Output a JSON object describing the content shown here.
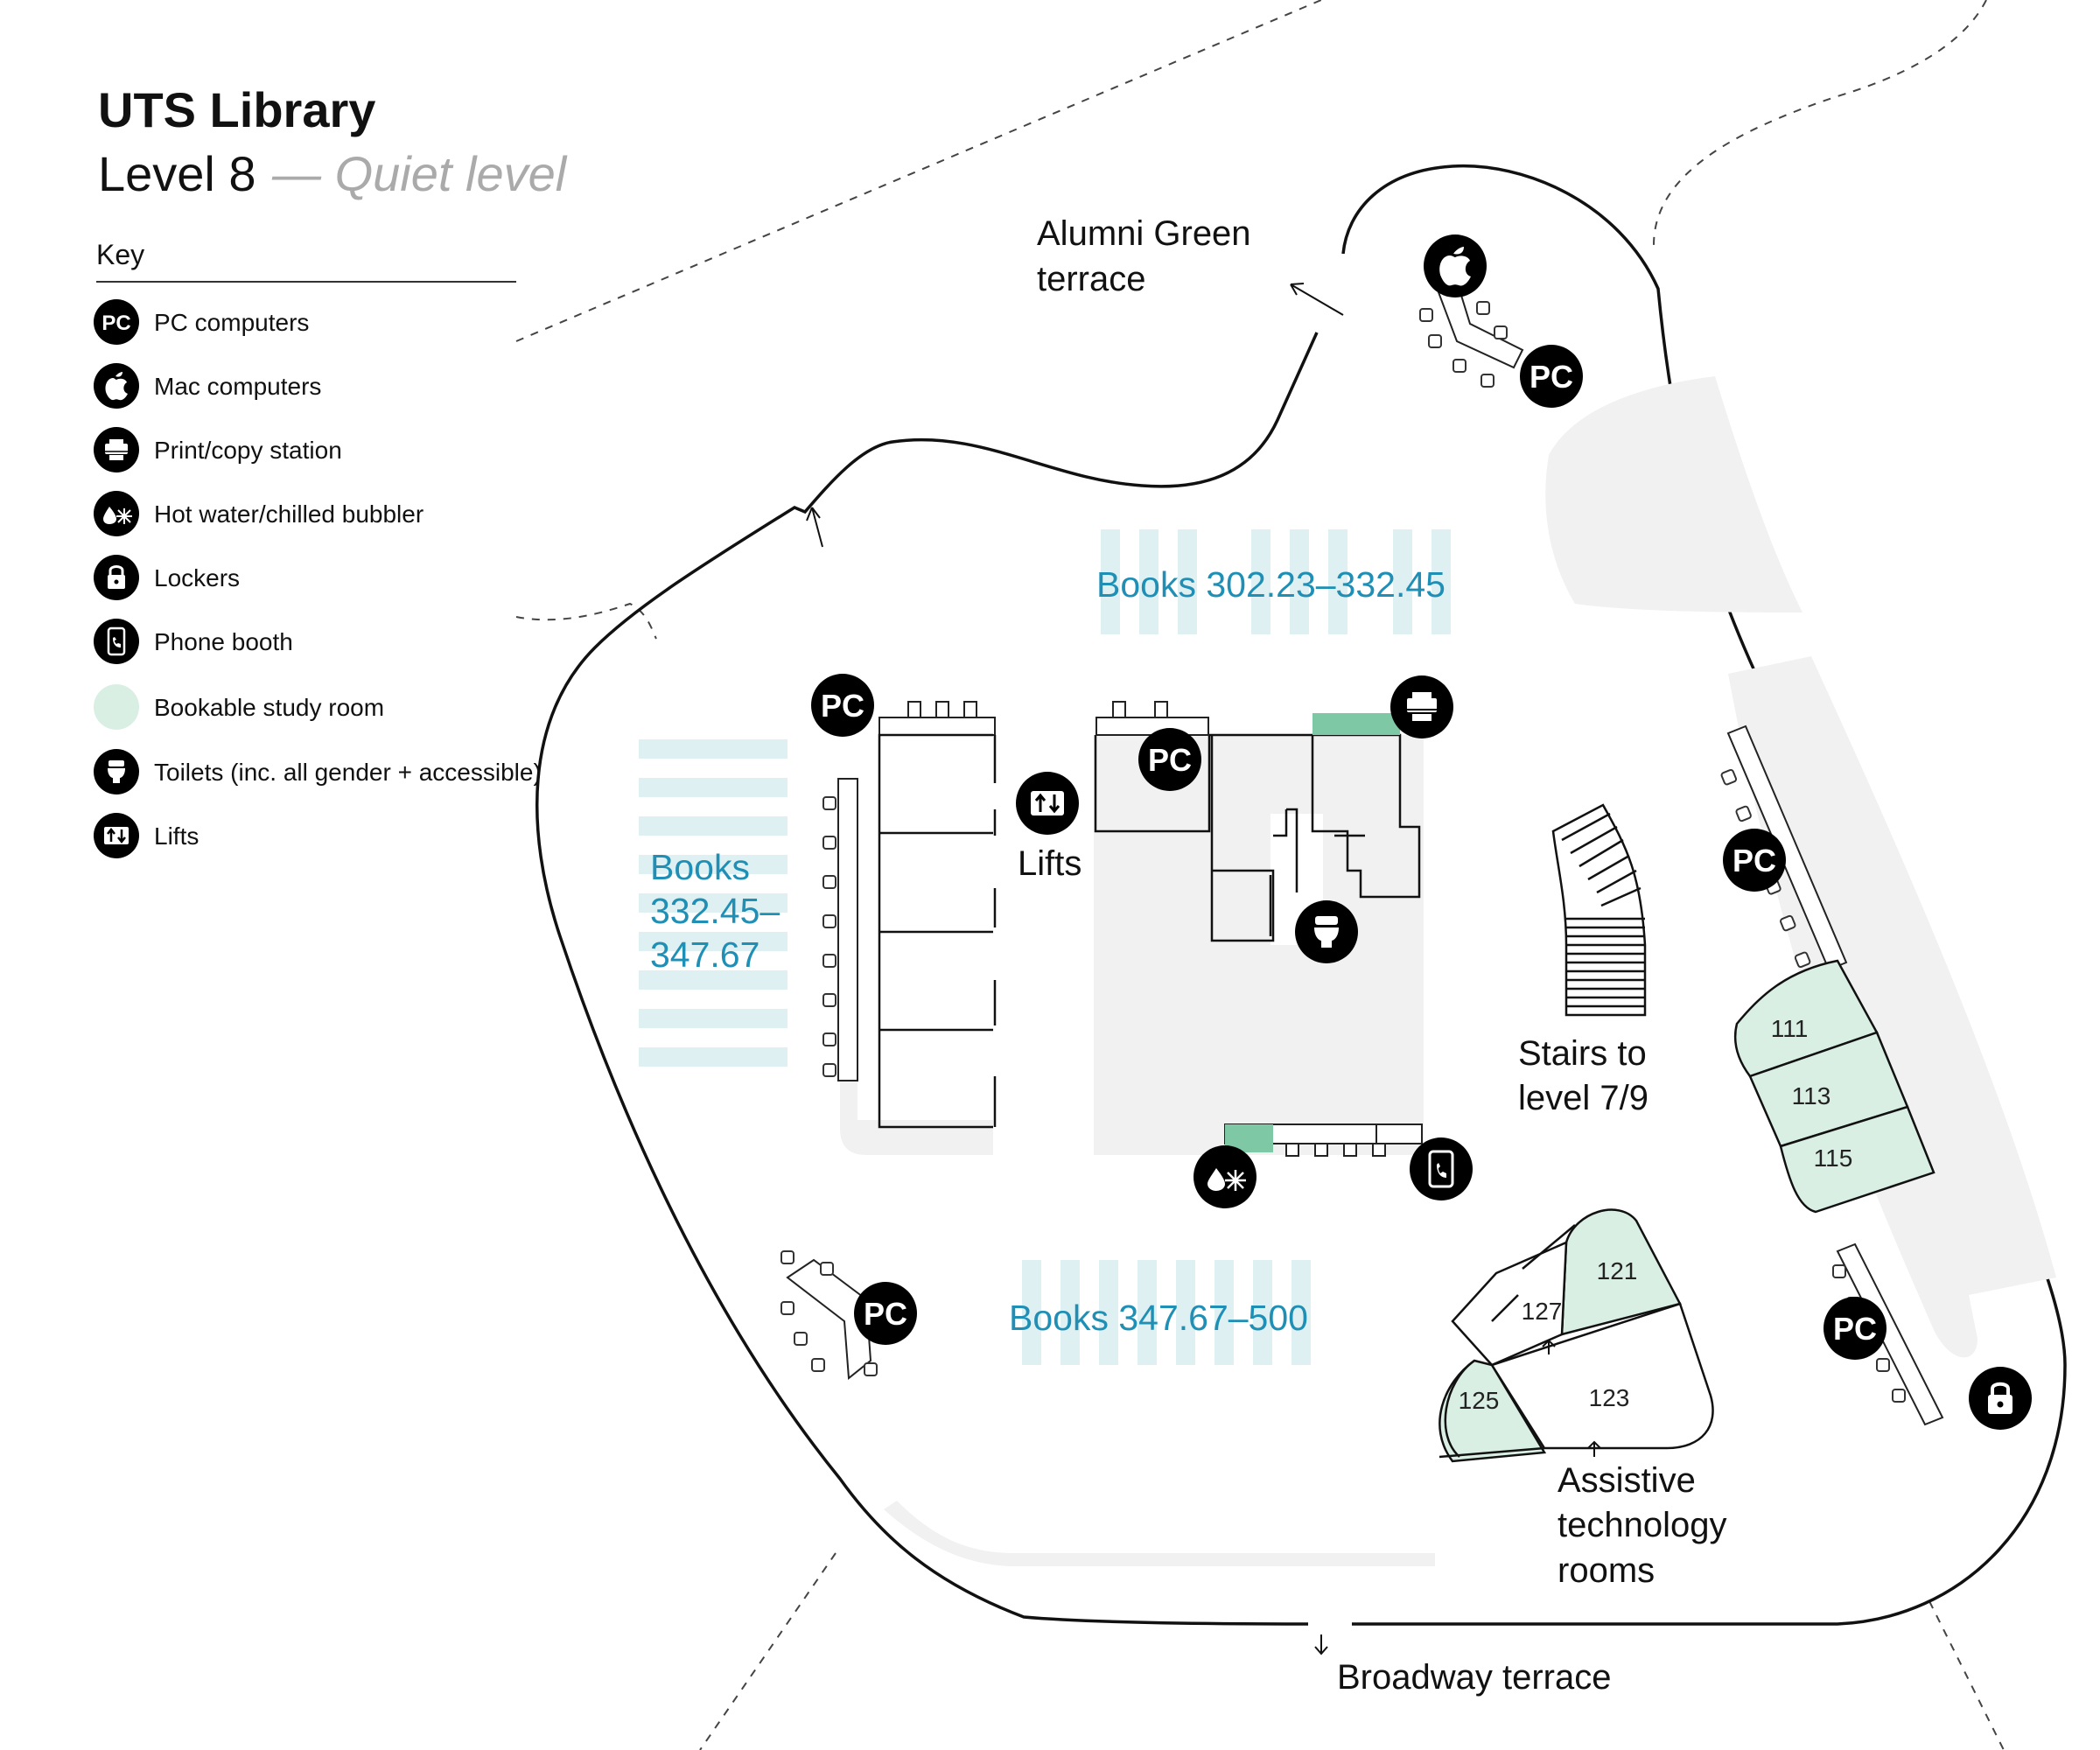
{
  "header": {
    "title": "UTS Library",
    "level": "Level 8",
    "subtitle": "— Quiet level"
  },
  "legend": {
    "heading": "Key",
    "items": [
      {
        "icon": "pc-icon",
        "icon_text": "PC",
        "label": "PC computers"
      },
      {
        "icon": "apple-icon",
        "label": "Mac computers"
      },
      {
        "icon": "printer-icon",
        "label": "Print/copy station"
      },
      {
        "icon": "water-bubbler-icon",
        "label": "Hot water/chilled bubbler"
      },
      {
        "icon": "lock-icon",
        "label": "Lockers"
      },
      {
        "icon": "phone-booth-icon",
        "label": "Phone booth"
      },
      {
        "icon": "study-room-swatch",
        "label": "Bookable study room"
      },
      {
        "icon": "toilet-icon",
        "label": "Toilets (inc. all gender + accessible)"
      },
      {
        "icon": "lift-icon",
        "label": "Lifts"
      }
    ]
  },
  "map": {
    "alumni_terrace": [
      "Alumni Green",
      "terrace"
    ],
    "broadway_terrace": "Broadway terrace",
    "lifts": "Lifts",
    "stairs": [
      "Stairs to",
      "level 7/9"
    ],
    "assistive": [
      "Assistive",
      "technology",
      "rooms"
    ],
    "books_north": "Books 302.23–332.45",
    "books_west": [
      "Books",
      "332.45–",
      "347.67"
    ],
    "books_south": "Books 347.67–500",
    "pc_label": "PC",
    "rooms": {
      "r111": "111",
      "r113": "113",
      "r115": "115",
      "r121": "121",
      "r123": "123",
      "r125": "125",
      "r127": "127"
    }
  },
  "colors": {
    "study_room": "#d9efe4",
    "study_room_mid": "#7ec8a6",
    "books": "#1f8fb5",
    "shelves": "#dff0f3",
    "walkway": "#f1f1f1"
  }
}
